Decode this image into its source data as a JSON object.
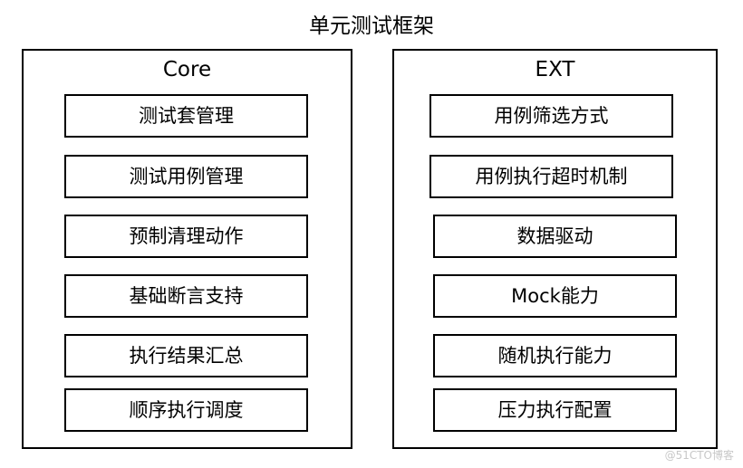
{
  "title": "单元测试框架",
  "core": {
    "title": "Core",
    "items": [
      "测试套管理",
      "测试用例管理",
      "预制清理动作",
      "基础断言支持",
      "执行结果汇总",
      "顺序执行调度"
    ]
  },
  "ext": {
    "title": "EXT",
    "items": [
      "用例筛选方式",
      "用例执行超时机制",
      "数据驱动",
      "Mock能力",
      "随机执行能力",
      "压力执行配置"
    ]
  },
  "watermark": "@51CTO博客"
}
